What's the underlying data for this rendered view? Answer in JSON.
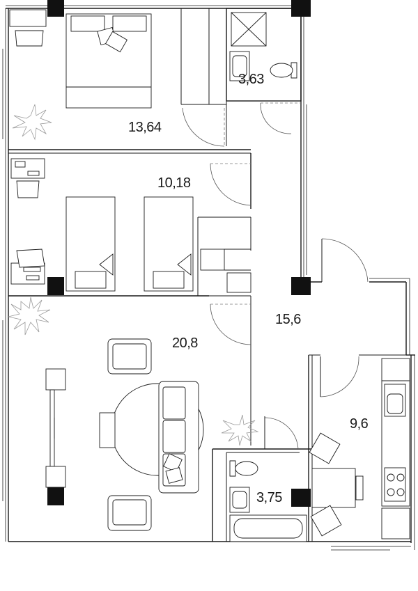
{
  "plan": {
    "rooms": [
      {
        "id": "bedroom-master",
        "area": "13,64"
      },
      {
        "id": "bathroom-top",
        "area": "3,63"
      },
      {
        "id": "bedroom-kids",
        "area": "10,18"
      },
      {
        "id": "living-room",
        "area": "20,8"
      },
      {
        "id": "hallway",
        "area": "15,6"
      },
      {
        "id": "kitchen",
        "area": "9,6"
      },
      {
        "id": "bathroom-bottom",
        "area": "3,75"
      }
    ]
  },
  "colors": {
    "walls": "#1a1a1a",
    "columns": "#111111",
    "plants": "#9a9a9a",
    "background": "#ffffff"
  }
}
